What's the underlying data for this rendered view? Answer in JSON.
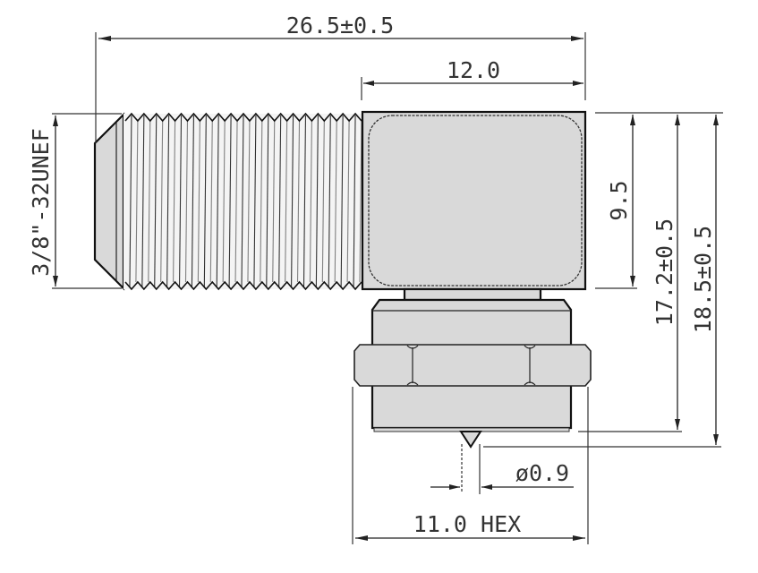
{
  "drawing": {
    "subject": "Right-angle F connector, 3/8\"-32UNEF thread, 11.0 hex",
    "colors": {
      "part_fill": "#d9d9d9",
      "line": "#111111",
      "background": "#ffffff",
      "text": "#333333"
    },
    "dimensions": {
      "overall_length": "26.5±0.5",
      "body_length": "12.0",
      "thread_spec": "3/8\"-32UNEF",
      "body_height": "9.5",
      "height_to_base": "17.2±0.5",
      "height_to_pin": "18.5±0.5",
      "pin_diameter": "ø0.9",
      "hex_size": "11.0 HEX"
    }
  }
}
